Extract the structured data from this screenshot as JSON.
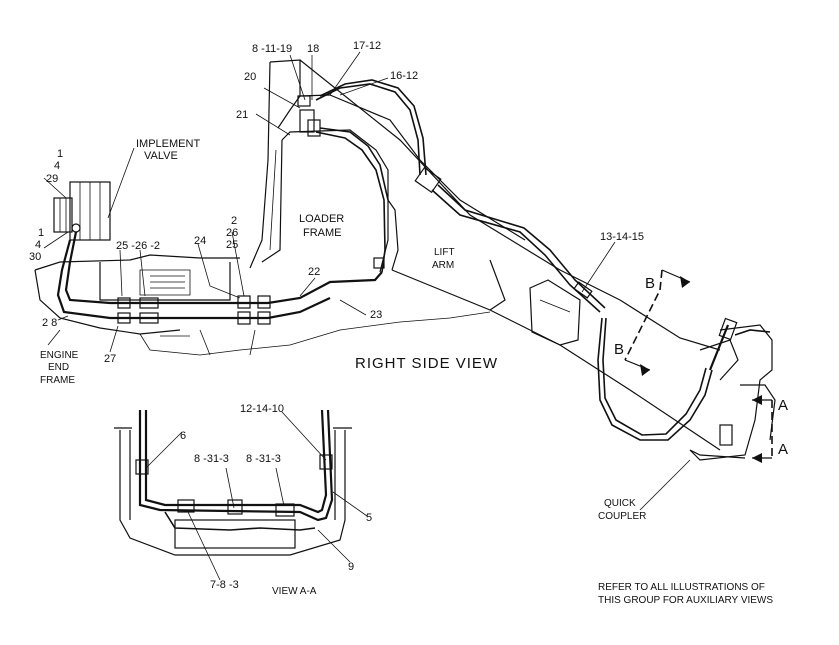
{
  "title": "RIGHT SIDE VIEW",
  "view_aa_title": "VIEW A-A",
  "note": {
    "line1": "REFER TO ALL ILLUSTRATIONS OF",
    "line2": "THIS GROUP FOR AUXILIARY VIEWS"
  },
  "components": {
    "implement_valve": [
      "IMPLEMENT",
      "VALVE"
    ],
    "loader_frame": [
      "LOADER",
      "FRAME"
    ],
    "lift_arm": [
      "LIFT",
      "ARM"
    ],
    "engine_end_frame": [
      "ENGINE",
      "END",
      "FRAME"
    ],
    "quick_coupler": [
      "QUICK",
      "COUPLER"
    ]
  },
  "callouts": {
    "c8_11_19": "8 -11-19",
    "c18": "18",
    "c17_12": "17-12",
    "c16_12": "16-12",
    "c20": "20",
    "c21": "21",
    "c13_14_15": "13-14-15",
    "c1a": "1",
    "c4a": "4",
    "c29": "29",
    "c1b": "1",
    "c4b": "4",
    "c30": "30",
    "c25_26_2": "25 -26 -2",
    "c24": "24",
    "c2a": "2",
    "c26": "26",
    "c25": "25",
    "c22": "22",
    "c23": "23",
    "c2_8": "2 8",
    "c27": "27",
    "c6": "6",
    "c12_14_10": "12-14-10",
    "c8_31_3a": "8 -31-3",
    "c8_31_3b": "8 -31-3",
    "c5": "5",
    "c9": "9",
    "c7_8_3": "7-8 -3"
  },
  "section_marks": {
    "b_upper": "B",
    "b_lower": "B",
    "a_upper": "A",
    "a_lower": "A"
  }
}
